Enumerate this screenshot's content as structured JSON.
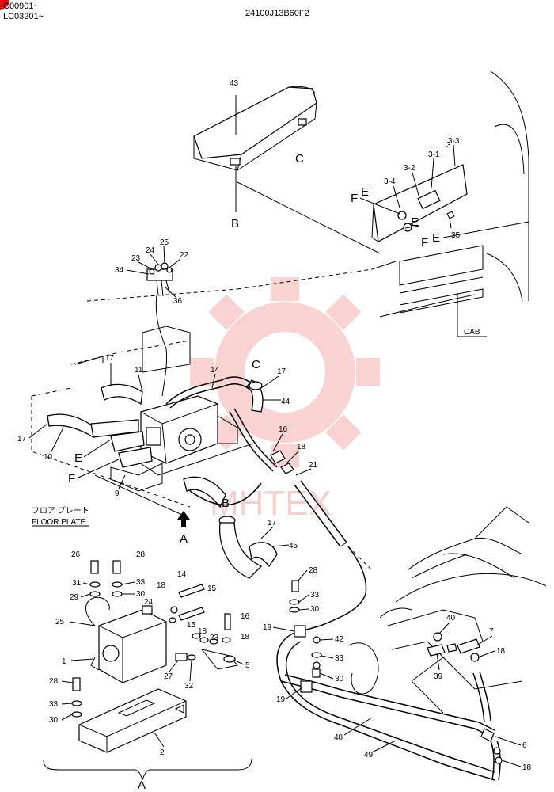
{
  "header": {
    "serial_1": "C00901~",
    "serial_2": "LC03201~",
    "drawing_number": "24100J13B60F2"
  },
  "watermark": {
    "text": "MHTEX",
    "color": "#f08080"
  },
  "labels": {
    "cab": "CAB",
    "floor_plate_jp": "フロア プレート",
    "floor_plate_en": "FLOOR PLATE",
    "view_a": "A",
    "view_a_bottom": "A",
    "letter_b_top": "B",
    "letter_b_mid": "B",
    "letter_c_top": "C",
    "letter_c_mid": "C",
    "letter_e_mid": "E",
    "letter_f_mid": "F",
    "letter_f_top": "F",
    "letter_e_top": "E",
    "letter_e_right": "E",
    "letter_f_right": "F"
  },
  "parts": {
    "p1": "1",
    "p2": "2",
    "p3": "3",
    "p3_1": "3-1",
    "p3_2": "3-2",
    "p3_3": "3-3",
    "p3_4": "3-4",
    "p5": "5",
    "p6": "6",
    "p7": "7",
    "p9": "9",
    "p10": "10",
    "p11": "11",
    "p14a": "14",
    "p14b": "14",
    "p15a": "15",
    "p15b": "15",
    "p16a": "16",
    "p16b": "16",
    "p17a": "17",
    "p17b": "17",
    "p17c": "17",
    "p17d": "17",
    "p18a": "18",
    "p18b": "18",
    "p18c": "18",
    "p18d": "18",
    "p18e": "18",
    "p18f": "18",
    "p19a": "19",
    "p19b": "19",
    "p21": "21",
    "p22": "22",
    "p23a": "23",
    "p23b": "23",
    "p24a": "24",
    "p24b": "24",
    "p25a": "25",
    "p25b": "25",
    "p26": "26",
    "p27": "27",
    "p28a": "28",
    "p28b": "28",
    "p28c": "28",
    "p29": "29",
    "p30a": "30",
    "p30b": "30",
    "p30c": "30",
    "p30d": "30",
    "p31": "31",
    "p32": "32",
    "p33a": "33",
    "p33b": "33",
    "p33c": "33",
    "p33d": "33",
    "p34": "34",
    "p35": "35",
    "p36": "36",
    "p39": "39",
    "p40": "40",
    "p42": "42",
    "p43": "43",
    "p44": "44",
    "p45": "45",
    "p48": "48",
    "p49": "49"
  }
}
